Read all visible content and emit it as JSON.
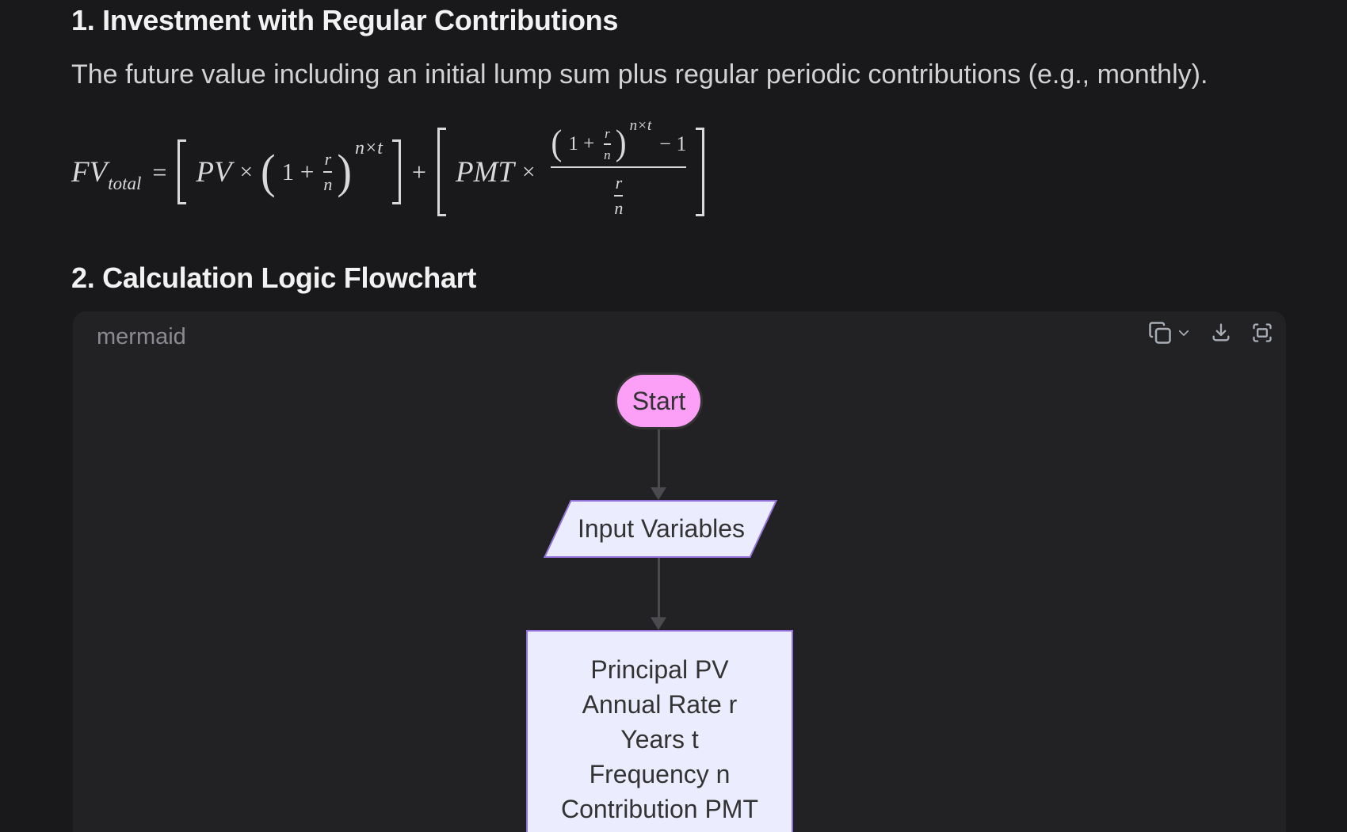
{
  "page": {
    "bg": "#19191b"
  },
  "doc": {
    "heading1": "1. Investment with Regular Contributions",
    "paragraph": "The future value including an initial lump sum plus regular periodic contributions (e.g., monthly).",
    "heading2": "2. Calculation Logic Flowchart"
  },
  "formula": {
    "lhs": "FV",
    "lhs_sub": "total",
    "equals": "=",
    "term1": {
      "var": "PV",
      "times": "×",
      "base": "1 +",
      "frac_num": "r",
      "frac_den": "n",
      "exponent": "n×t"
    },
    "plus": "+",
    "term2": {
      "var": "PMT",
      "times": "×",
      "num_base": "1 +",
      "num_frac_num": "r",
      "num_frac_den": "n",
      "num_exponent": "n×t",
      "num_tail": "− 1",
      "den_num": "r",
      "den_den": "n"
    }
  },
  "code_block": {
    "language_label": "mermaid",
    "bg": "#222225",
    "icon_color": "#a9aeb6",
    "toolbar": [
      "copy",
      "copy-options",
      "download",
      "fullscreen"
    ]
  },
  "flowchart": {
    "text_color": "#333333",
    "edge_color": "#4b4b4f",
    "nodes": [
      {
        "id": "start",
        "shape": "stadium",
        "label": "Start",
        "fill": "#fb9ff7",
        "stroke": "#333333"
      },
      {
        "id": "input",
        "shape": "parallelogram",
        "label": "Input Variables",
        "fill": "#ECECFF",
        "stroke": "#9370DB"
      },
      {
        "id": "variables",
        "shape": "rectangle",
        "lines": [
          "Principal PV",
          "Annual Rate r",
          "Years t",
          "Frequency n",
          "Contribution PMT"
        ],
        "fill": "#ECECFF",
        "stroke": "#9370DB"
      }
    ],
    "edges": [
      {
        "from": "start",
        "to": "input"
      },
      {
        "from": "input",
        "to": "variables"
      }
    ]
  }
}
